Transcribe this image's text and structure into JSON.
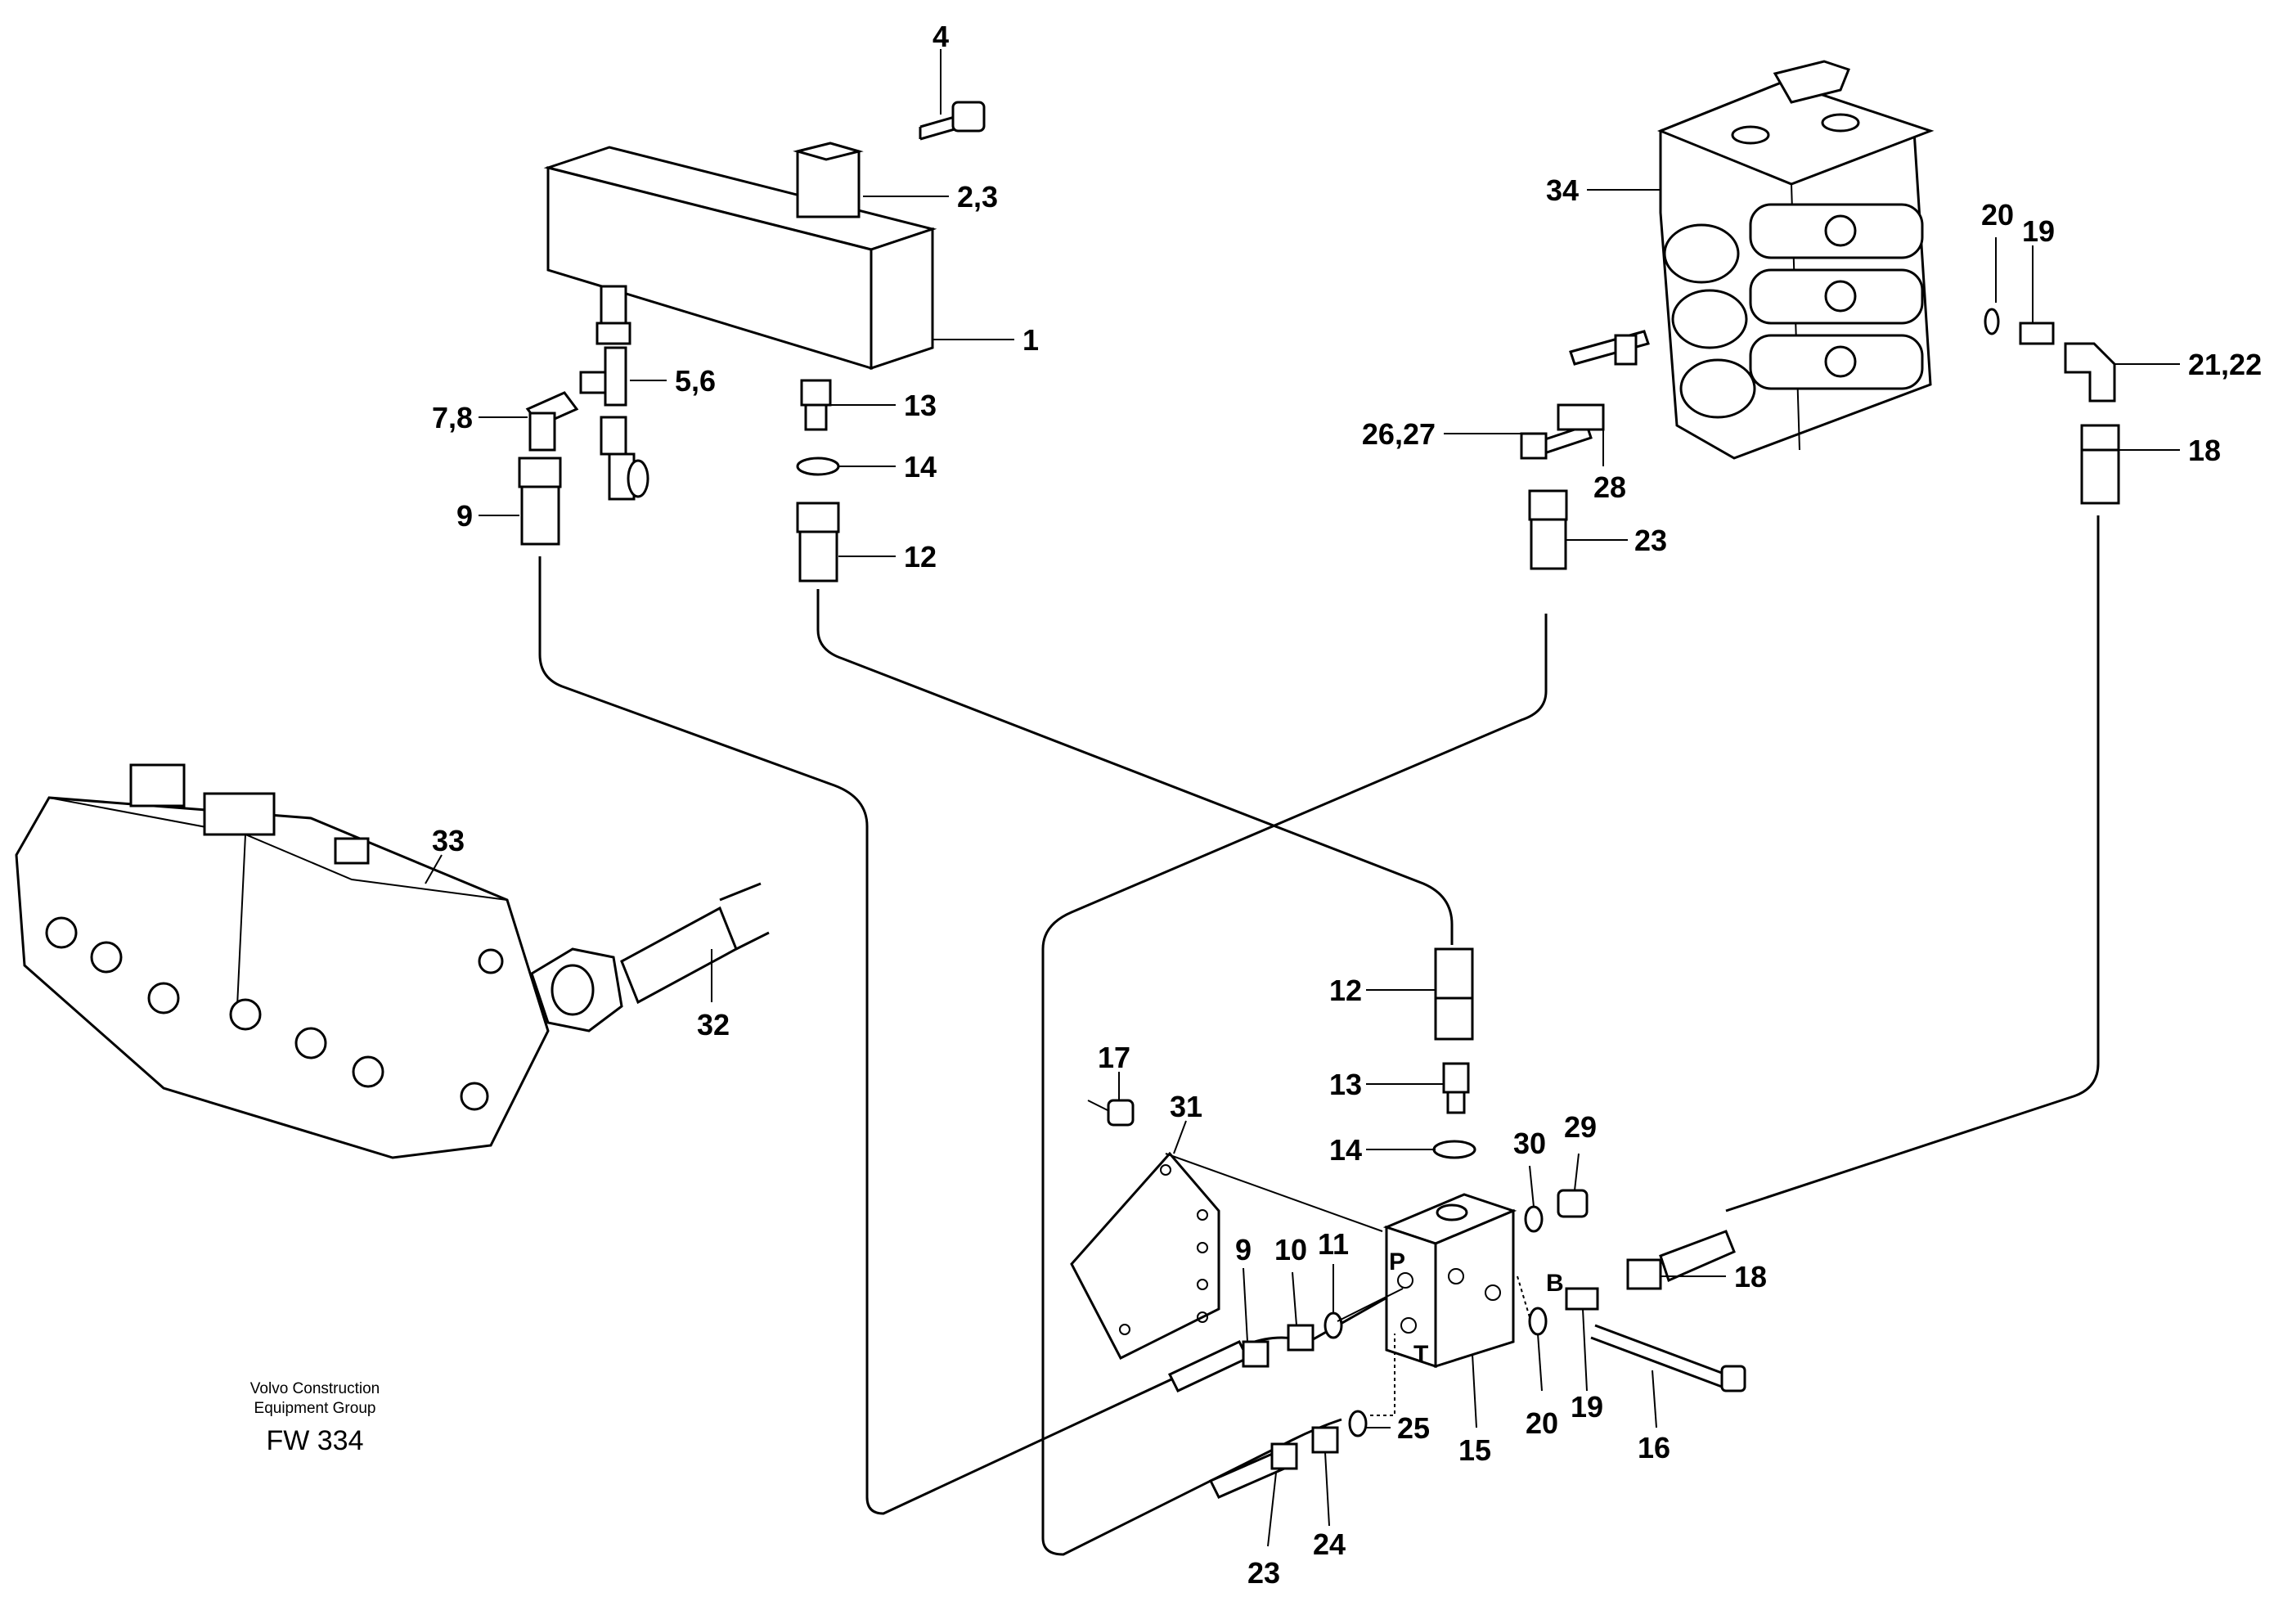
{
  "callouts": {
    "c4": "4",
    "c23a": "2,3",
    "c1": "1",
    "c56": "5,6",
    "c78": "7,8",
    "c9a": "9",
    "c13a": "13",
    "c14a": "14",
    "c12a": "12",
    "c34": "34",
    "c20a": "20",
    "c19a": "19",
    "c2122": "21,22",
    "c18a": "18",
    "c2627": "26,27",
    "c28": "28",
    "c23b": "23",
    "c33": "33",
    "c32": "32",
    "c12b": "12",
    "c13b": "13",
    "c14b": "14",
    "c17": "17",
    "c31": "31",
    "c30": "30",
    "c29": "29",
    "c9b": "9",
    "c10": "10",
    "c11": "11",
    "c18b": "18",
    "c20b": "20",
    "c19b": "19",
    "c16": "16",
    "c15": "15",
    "c25": "25",
    "c24": "24",
    "c23c": "23"
  },
  "ports": {
    "p": "P",
    "t": "T",
    "b": "B"
  },
  "caption": {
    "line1": "Volvo Construction",
    "line2": "Equipment Group",
    "code": "FW 334"
  }
}
